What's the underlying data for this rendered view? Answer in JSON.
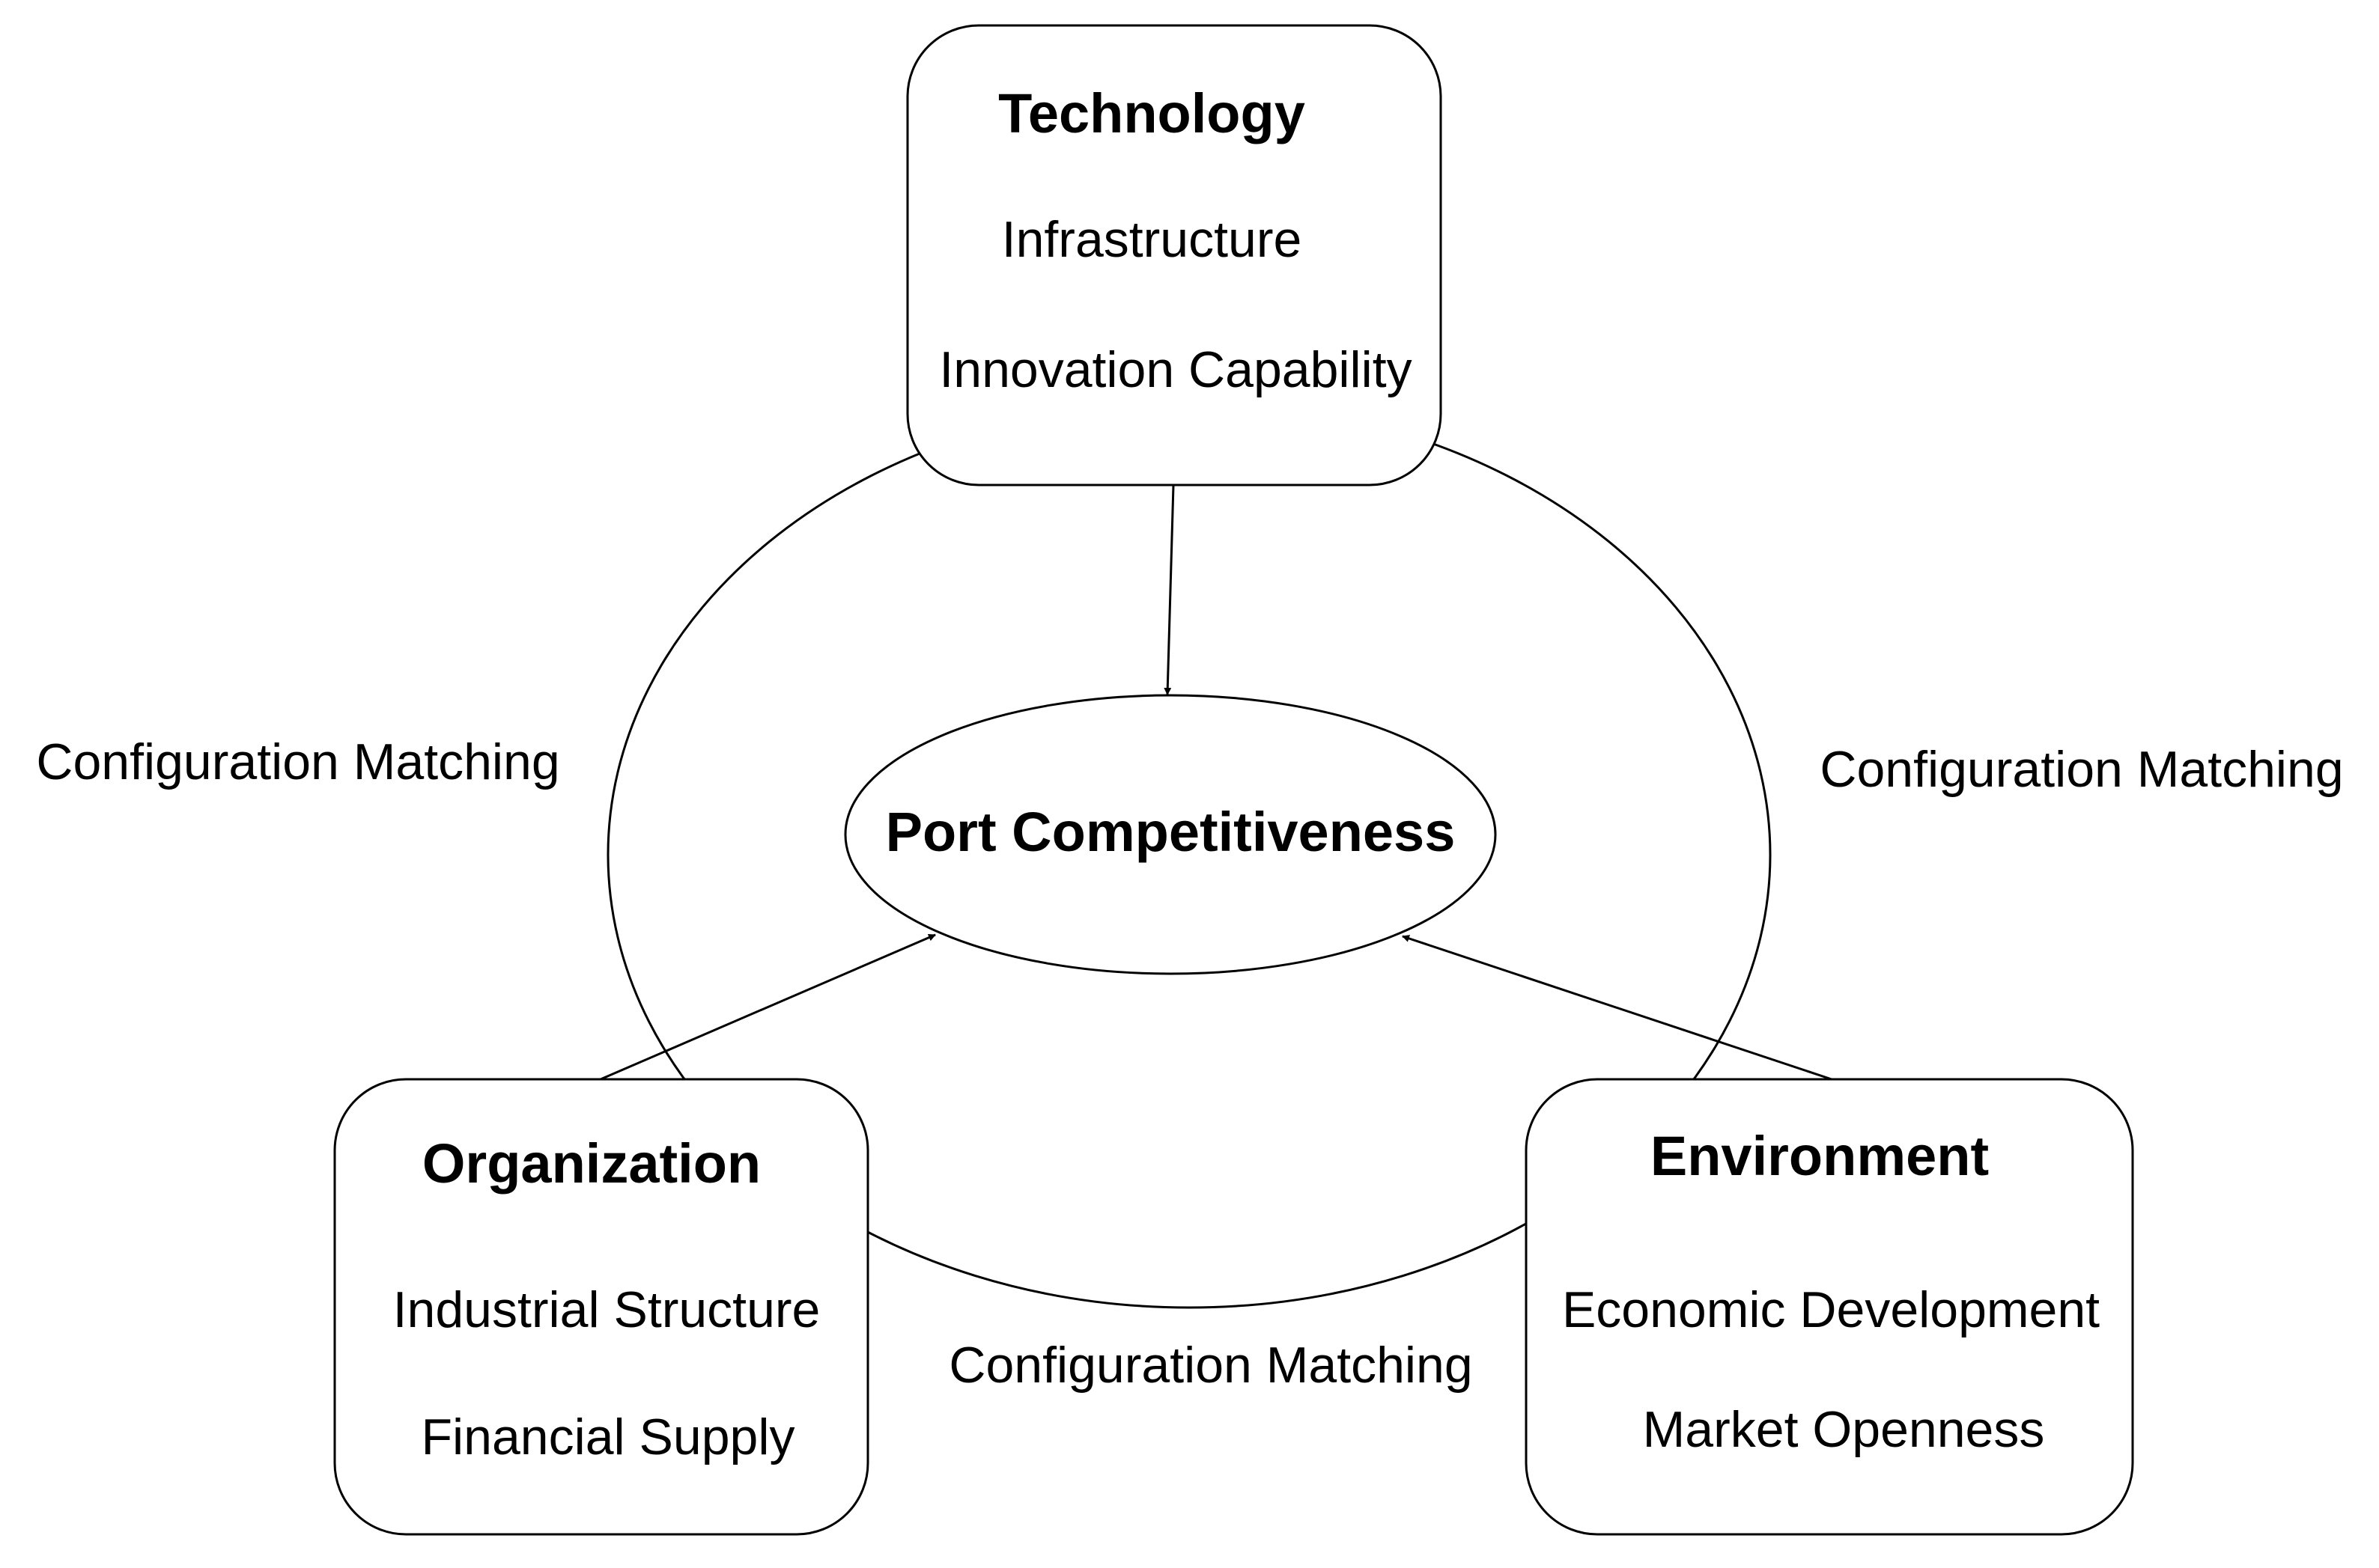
{
  "center": {
    "title": "Port Competitiveness"
  },
  "technology": {
    "title": "Technology",
    "items": [
      "Infrastructure",
      "Innovation Capability"
    ]
  },
  "organization": {
    "title": "Organization",
    "items": [
      "Industrial Structure",
      "Financial Supply"
    ]
  },
  "environment": {
    "title": "Environment",
    "items": [
      "Economic Development",
      "Market Openness"
    ]
  },
  "links": {
    "left": "Configuration Matching",
    "right": "Configuration Matching",
    "bottom": "Configuration Matching"
  },
  "colors": {
    "stroke": "#000000",
    "background": "#ffffff"
  }
}
